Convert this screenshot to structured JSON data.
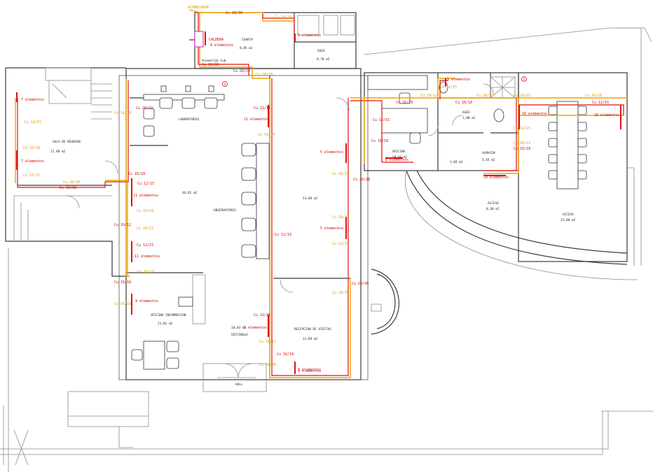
{
  "rooms": [
    {
      "id": "cuarta",
      "name": "CUARTA",
      "area": "8,85 m2"
    },
    {
      "id": "aseo1",
      "name": "ASEO",
      "area": "8,78 m2"
    },
    {
      "id": "sala_reunion",
      "name": "SALA DE REUNION",
      "area": "17,98 m2"
    },
    {
      "id": "laboratorio",
      "name": "LABORATORIO",
      "area": ""
    },
    {
      "id": "principal",
      "name": "OBSERVATORIO",
      "area": "46,05 m2"
    },
    {
      "id": "central",
      "name": "",
      "area": "53,08 m2"
    },
    {
      "id": "oficina_info",
      "name": "OFICINA INFORMACION",
      "area": "11,82 m2"
    },
    {
      "id": "vestibulo",
      "name": "VESTIBULO",
      "area": "10,03 m2"
    },
    {
      "id": "recepcion",
      "name": "RECEPCION DE VISITAS",
      "area": "11,89 m2"
    },
    {
      "id": "hall",
      "name": "HALL",
      "area": ""
    },
    {
      "id": "oficina",
      "name": "OFICINA",
      "area": "18,46 m2"
    },
    {
      "id": "aseo2",
      "name": "ASEO",
      "area": "3,88 m2"
    },
    {
      "id": "almacen",
      "name": "ALMACEN",
      "area": "5,44 m2"
    },
    {
      "id": "pasillo",
      "name": "",
      "area": "1,68 m2"
    },
    {
      "id": "acceso",
      "name": "ACCESO",
      "area": "8,40 m2"
    },
    {
      "id": "acceso2",
      "name": "ACCESO",
      "area": "33,88 m2"
    }
  ],
  "radiators": [
    {
      "id": "r1",
      "text": "5 elementos"
    },
    {
      "id": "r2",
      "text": "7 elementos"
    },
    {
      "id": "r3",
      "text": "7 elementos"
    },
    {
      "id": "r4",
      "text": "11 elementos"
    },
    {
      "id": "r5",
      "text": "11 elementos"
    },
    {
      "id": "r6",
      "text": "11 elementos"
    },
    {
      "id": "r7",
      "text": "5 elementos"
    },
    {
      "id": "r8",
      "text": "5 elementos"
    },
    {
      "id": "r9",
      "text": "9 elementos"
    },
    {
      "id": "r10",
      "text": "9 elementos"
    },
    {
      "id": "r11",
      "text": "9 elementos"
    },
    {
      "id": "r12",
      "text": "9 elementos"
    },
    {
      "id": "r13",
      "text": "8 elementos"
    },
    {
      "id": "r14",
      "text": "5 elementos"
    },
    {
      "id": "r15",
      "text": "10 elementos"
    },
    {
      "id": "r16",
      "text": "10 elementos"
    },
    {
      "id": "r17",
      "text": "18 elementos"
    },
    {
      "id": "r18",
      "text": "8 elementos"
    }
  ],
  "pipes": [
    "Cu 28/30",
    "Cu 16/18",
    "Cu 20/22",
    "Cu 26/28",
    "Cu 20/22",
    "Cu 16/18",
    "Cu 12/15",
    "Cu 16/18",
    "Cu 12/15",
    "Cu 28/30",
    "Cu 16/18",
    "Cu 12/15",
    "Cu 14/16",
    "Cu 16/18",
    "Cu 12/15",
    "Cu 16/18",
    "Cu 10/12",
    "Cu 20/22",
    "Cu 12/15",
    "Cu 16/18",
    "Cu 16/18",
    "Cu 16/18",
    "Cu 12/15",
    "Cu 12/15",
    "Cu 10/12",
    "Cu 28/30",
    "Cu 16/18",
    "Cu 16/18",
    "Cu 26/28",
    "Cu 20/22",
    "Cu 12/15",
    "Cu 28/30",
    "Cu 28/30",
    "Cu 16/18",
    "Cu 10/12",
    "Cu 12/15",
    "Cu 16/18",
    "Cu 12/15",
    "Cu 16/18",
    "Cu 20/22",
    "Cu 12/15",
    "Cu 10/12",
    "Cu 16/18",
    "Cu 16/18",
    "Cu 12/15",
    "Cu 28/30"
  ],
  "notes": {
    "caldera": "CALDERA",
    "boiler": "ACUMULADOR",
    "acometida": "Acometida tub.",
    "acometida2": "Cu 26/28"
  },
  "marks": {
    "m1": "1",
    "m2": "1"
  }
}
